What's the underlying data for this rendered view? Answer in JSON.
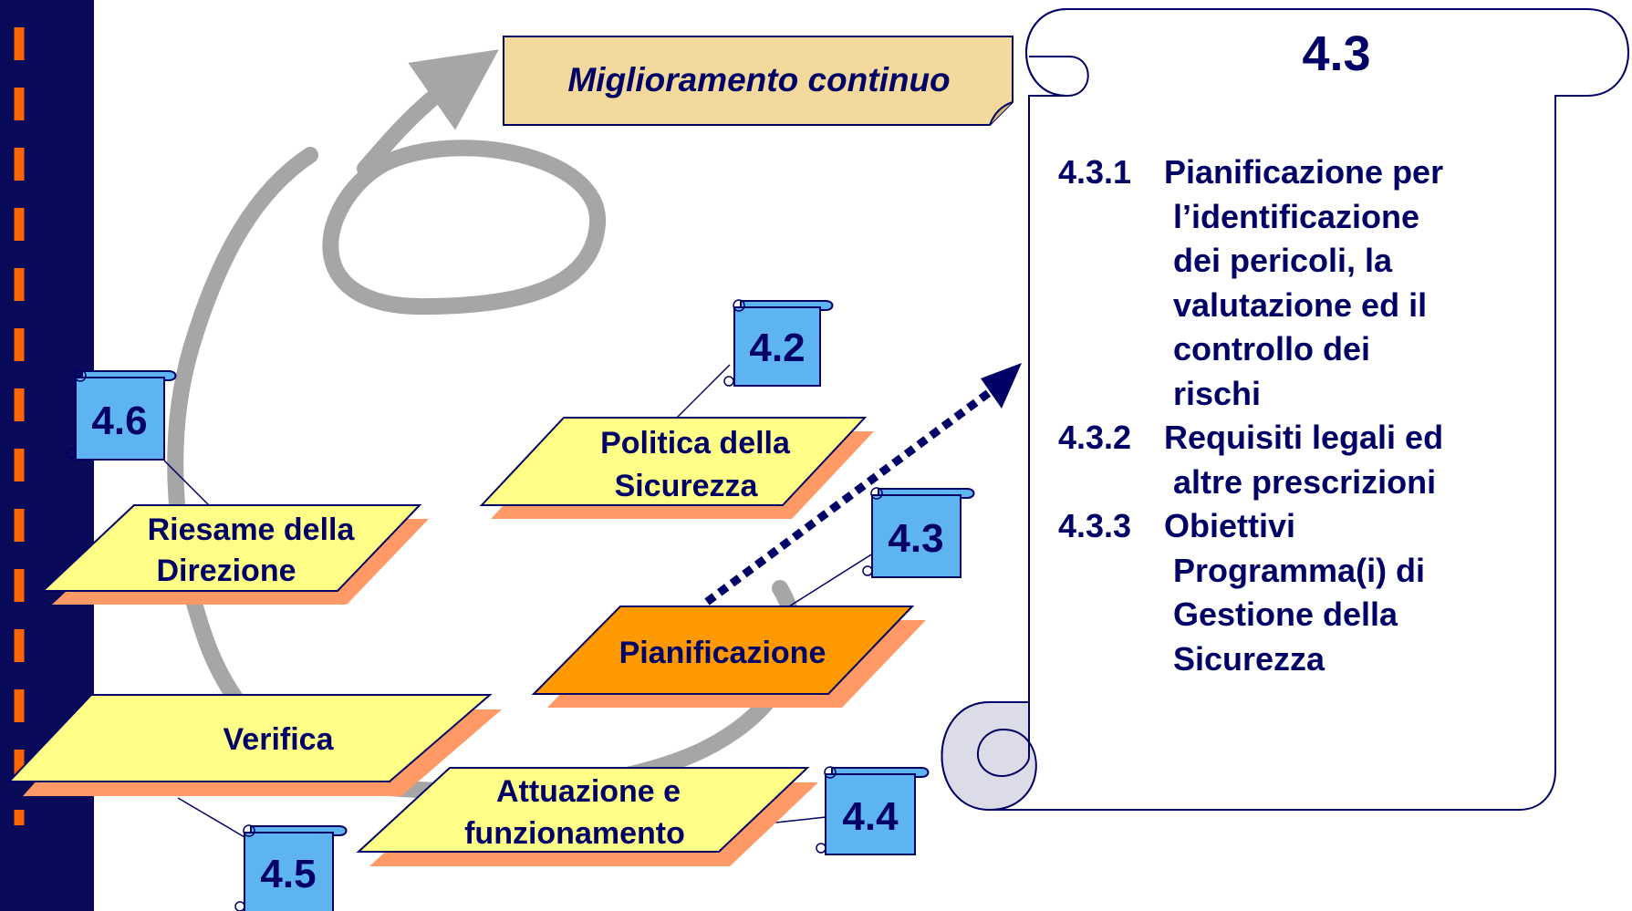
{
  "colors": {
    "left_band": "#0a0a5a",
    "dash_accent": "#ff6600",
    "parallelogram_yellow": "#ffff88",
    "parallelogram_orange": "#ff9900",
    "shadow_salmon": "#ff9966",
    "cycle_gray": "#a6a6a6",
    "scroll_blue": "#5db4f0",
    "outline_navy": "#000066",
    "banner_fill": "#f3d99b"
  },
  "banner": {
    "label": "Miglioramento continuo"
  },
  "stages": {
    "politica": {
      "line1": "Politica della",
      "line2": "Sicurezza"
    },
    "riesame": {
      "line1": "Riesame della",
      "line2": "Direzione"
    },
    "pianificazione": {
      "label": "Pianificazione"
    },
    "verifica": {
      "label": "Verifica"
    },
    "attuazione": {
      "line1": "Attuazione e",
      "line2": "funzionamento"
    }
  },
  "clause_tags": {
    "t42": "4.2",
    "t43": "4.3",
    "t44": "4.4",
    "t45": "4.5",
    "t46": "4.6"
  },
  "detail_scroll": {
    "title": "4.3",
    "sections": [
      {
        "number": "4.3.1",
        "lines": [
          "Pianificazione per",
          "l’identificazione",
          "dei pericoli, la",
          "valutazione ed il",
          "controllo dei",
          "rischi"
        ]
      },
      {
        "number": "4.3.2",
        "lines": [
          "Requisiti legali ed",
          "altre prescrizioni"
        ]
      },
      {
        "number": "4.3.3",
        "lines": [
          "Obiettivi",
          "Programma(i) di",
          "Gestione della",
          "Sicurezza"
        ]
      }
    ]
  }
}
